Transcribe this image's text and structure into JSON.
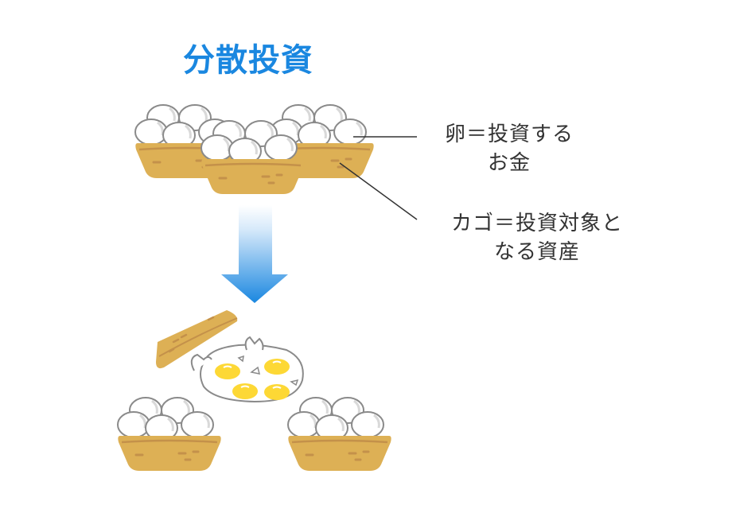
{
  "title": "分散投資",
  "labels": {
    "egg": {
      "line1": "卵＝投資する",
      "line2": "お金"
    },
    "basket": {
      "line1": "カゴ＝投資対象と",
      "line2": "なる資産"
    }
  },
  "colors": {
    "title": "#1a87e0",
    "basket": "#ddb055",
    "basket_stripe": "#c4914a",
    "egg_outline": "#8a8a8a",
    "yolk": "#fdd835",
    "arrow_top": "#e8f3fc",
    "arrow_bottom": "#1a87e0",
    "text": "#333333"
  },
  "icons": {
    "baskets_top": [
      "basket-with-eggs-icon",
      "basket-with-eggs-icon",
      "basket-with-eggs-icon"
    ],
    "arrow": "down-arrow-icon",
    "broken": "broken-eggs-icon",
    "baskets_bottom": [
      "basket-with-eggs-icon",
      "basket-with-eggs-icon"
    ]
  }
}
